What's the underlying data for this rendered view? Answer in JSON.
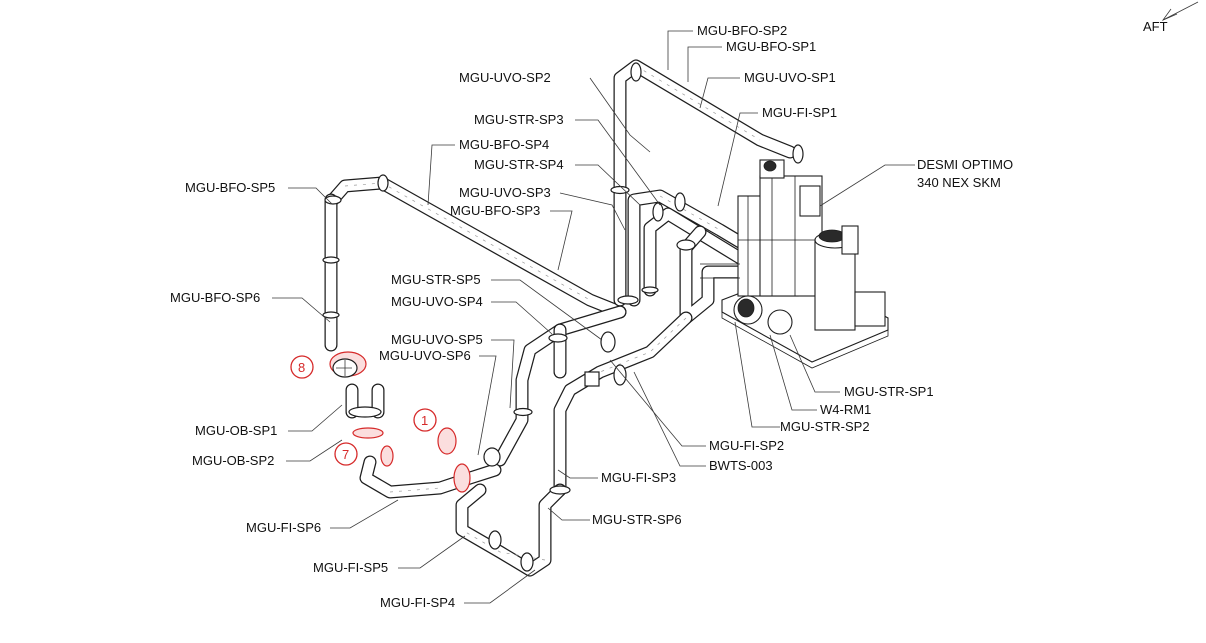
{
  "orientation": {
    "label": "AFT"
  },
  "equipment": {
    "line1": "DESMI OPTIMO",
    "line2": "340 NEX SKM"
  },
  "spools": [
    "MGU-BFO-SP2",
    "MGU-BFO-SP1",
    "MGU-UVO-SP2",
    "MGU-UVO-SP1",
    "MGU-FI-SP1",
    "MGU-STR-SP3",
    "MGU-BFO-SP4",
    "MGU-STR-SP4",
    "MGU-BFO-SP5",
    "MGU-UVO-SP3",
    "MGU-BFO-SP3",
    "MGU-STR-SP5",
    "MGU-BFO-SP6",
    "MGU-UVO-SP4",
    "MGU-UVO-SP5",
    "MGU-UVO-SP6",
    "MGU-OB-SP1",
    "MGU-OB-SP2",
    "MGU-STR-SP1",
    "W4-RM1",
    "MGU-STR-SP2",
    "MGU-FI-SP2",
    "BWTS-003",
    "MGU-FI-SP3",
    "MGU-STR-SP6",
    "MGU-FI-SP6",
    "MGU-FI-SP5",
    "MGU-FI-SP4"
  ],
  "markers": [
    "8",
    "1",
    "7"
  ],
  "colors": {
    "line": "#1e1e1e",
    "marker": "#d62a2a",
    "background": "#ffffff"
  }
}
